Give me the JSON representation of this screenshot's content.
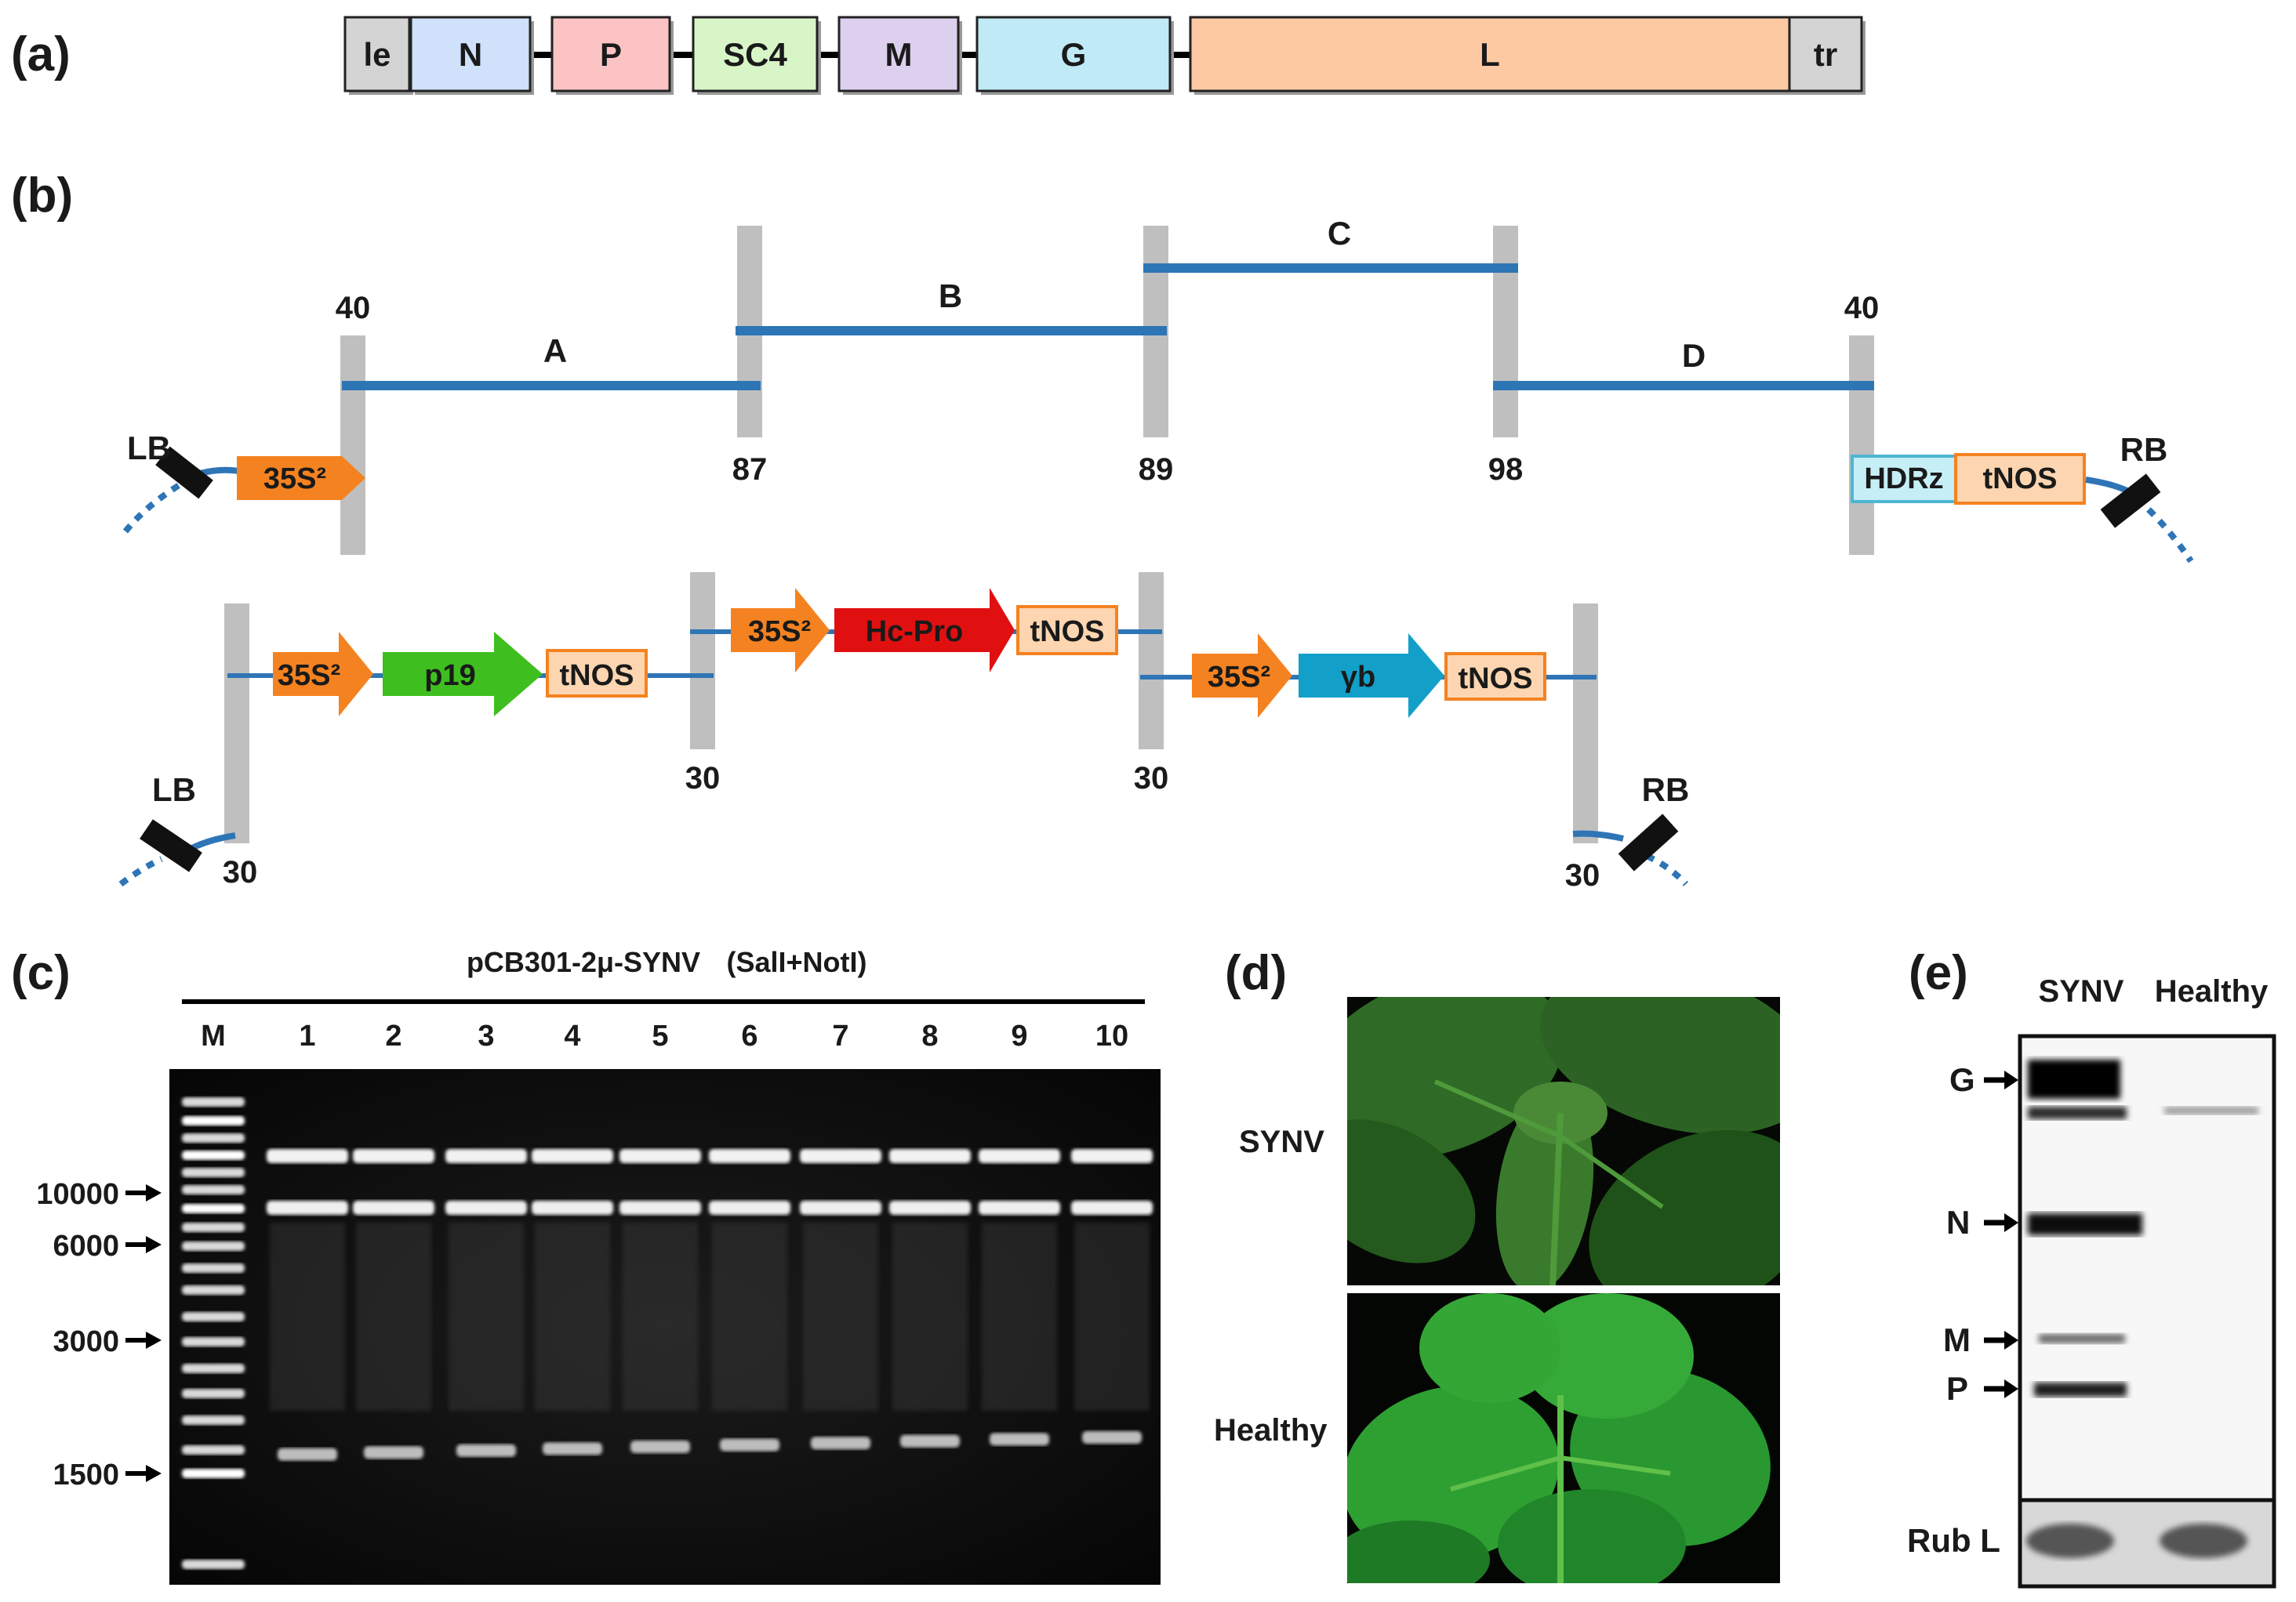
{
  "panels": {
    "a": "(a)",
    "b": "(b)",
    "c": "(c)",
    "d": "(d)",
    "e": "(e)"
  },
  "genome": {
    "segments": [
      {
        "label": "le",
        "color": "#d4d4d4"
      },
      {
        "label": "N",
        "color": "#cfe1fb"
      },
      {
        "label": "P",
        "color": "#fbc3c3"
      },
      {
        "label": "SC4",
        "color": "#d8f5c8"
      },
      {
        "label": "M",
        "color": "#ddd0ef"
      },
      {
        "label": "G",
        "color": "#bfeaf6"
      },
      {
        "label": "L",
        "color": "#fcc9a3"
      },
      {
        "label": "tr",
        "color": "#d4d4d4"
      }
    ]
  },
  "construct1": {
    "fragments": [
      {
        "label": "A"
      },
      {
        "label": "B"
      },
      {
        "label": "C"
      },
      {
        "label": "D"
      }
    ],
    "overlap_top_left": "40",
    "overlap_top_right": "40",
    "overlap_bottom": [
      "87",
      "89",
      "98"
    ],
    "lb": "LB",
    "rb": "RB",
    "promoter": "35S²",
    "ribozyme": "HDRz",
    "terminator": "tNOS"
  },
  "construct2": {
    "lb": "LB",
    "rb": "RB",
    "cassettes": [
      {
        "promoter": "35S²",
        "gene": "p19",
        "gene_color": "#3fbf1f",
        "terminator": "tNOS"
      },
      {
        "promoter": "35S²",
        "gene": "Hc-Pro",
        "gene_color": "#e01010",
        "terminator": "tNOS"
      },
      {
        "promoter": "35S²",
        "gene": "γb",
        "gene_color": "#12a0c8",
        "terminator": "tNOS"
      }
    ],
    "overlaps": [
      "30",
      "30",
      "30",
      "30"
    ]
  },
  "gel": {
    "title": "pCB301-2μ-SYNV",
    "enzymes": "(SalI+NotI)",
    "lanes": [
      "M",
      "1",
      "2",
      "3",
      "4",
      "5",
      "6",
      "7",
      "8",
      "9",
      "10"
    ],
    "markers": [
      "10000",
      "6000",
      "3000",
      "1500"
    ]
  },
  "plants": {
    "labels": [
      "SYNV",
      "Healthy"
    ]
  },
  "western": {
    "columns": [
      "SYNV",
      "Healthy"
    ],
    "bands": [
      "G",
      "N",
      "M",
      "P"
    ],
    "loading": "Rub L"
  },
  "colors": {
    "fragment_line": "#2e75b6",
    "overlap_bar": "#bfbfbf",
    "promoter": "#f58220",
    "terminator_fill": "#fdd5b0",
    "terminator_stroke": "#f58220",
    "ribozyme_fill": "#c6eef7",
    "gel_bg": "#0c0c0c"
  }
}
